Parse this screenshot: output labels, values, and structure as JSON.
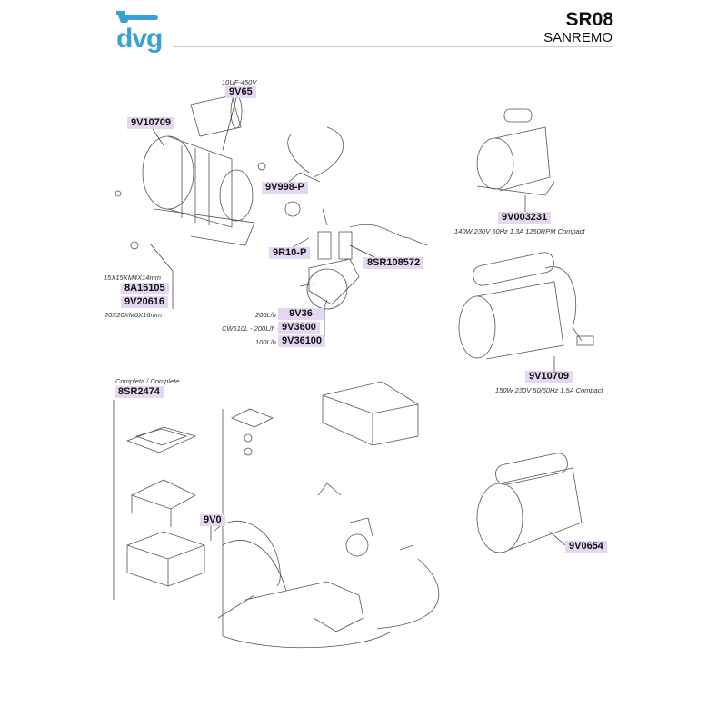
{
  "header": {
    "logo": "dvg",
    "model": "SR08",
    "brand": "SANREMO"
  },
  "labels": {
    "cap_9v65": "10UF-450V",
    "p_9v65": "9V65",
    "p_9v10709_a": "9V10709",
    "p_9v998p": "9V998-P",
    "p_9r10p": "9R10-P",
    "p_8sr108572": "8SR108572",
    "cap_8a": "15X15XM4X14mm",
    "p_8a15105": "8A15105",
    "p_9v20616": "9V20616",
    "cap_9v20616": "20X20XM6X16mm",
    "cap_9v36": "200L/h",
    "p_9v36": "9V36",
    "cap_9v3600": "CW510L - 200L/h",
    "p_9v3600": "9V3600",
    "cap_9v36100": "100L/h",
    "p_9v36100": "9V36100",
    "p_9v003231": "9V003231",
    "cap_9v003231": "140W 230V 50Hz 1,3A 1250RPM Compact",
    "p_9v10709_b": "9V10709",
    "cap_9v10709_b": "150W 230V 50/60Hz 1,5A Compact",
    "cap_8sr2474": "Completa / Complete",
    "p_8sr2474": "8SR2474",
    "p_9v0": "9V0",
    "p_9v0654": "9V0654"
  },
  "colors": {
    "logo": "#3a9fd8",
    "label_bg": "#e5d6f2"
  }
}
